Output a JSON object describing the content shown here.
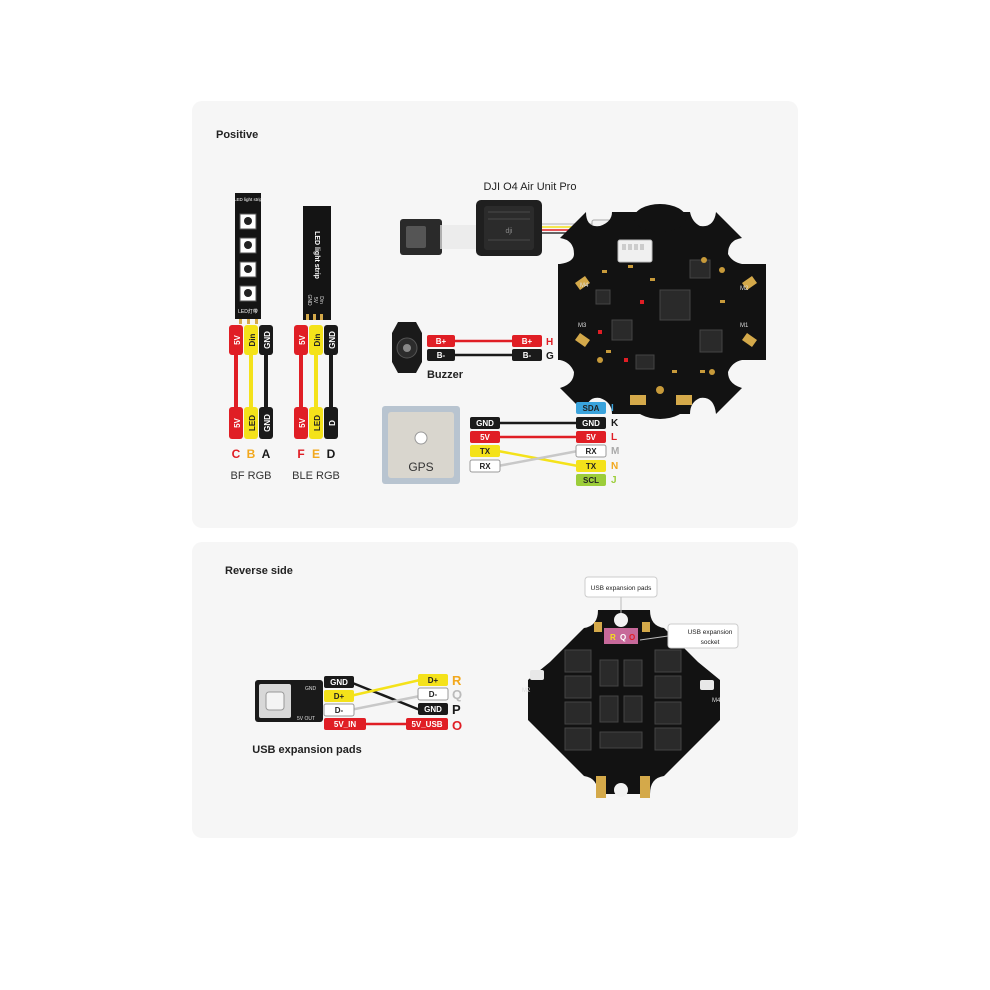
{
  "sections": {
    "positive": "Positive",
    "reverse": "Reverse side"
  },
  "air_unit": {
    "label": "DJI O4 Air Unit Pro"
  },
  "led_strips": {
    "bf": {
      "strip_text": "LED light strip",
      "strip_text_bottom": "LED灯带",
      "wires": [
        "5V",
        "Din",
        "GND"
      ],
      "pads": [
        "5V",
        "LED",
        "GND"
      ],
      "letters": [
        "C",
        "B",
        "A"
      ],
      "label": "BF RGB"
    },
    "ble": {
      "strip_text": "LED light strip",
      "strip_pins": [
        "GND",
        "5V",
        "Din"
      ],
      "wires": [
        "5V",
        "Din",
        "GND"
      ],
      "pads": [
        "5V",
        "LED",
        "D"
      ],
      "letters": [
        "F",
        "E",
        "D"
      ],
      "label": "BLE RGB"
    }
  },
  "buzzer": {
    "label": "Buzzer",
    "left_tags": [
      "B+",
      "B-"
    ],
    "right_tags": [
      "B+",
      "B-"
    ],
    "letters": [
      "H",
      "G"
    ]
  },
  "gps": {
    "label": "GPS",
    "left_tags": [
      "GND",
      "5V",
      "TX",
      "RX"
    ],
    "right_tags": [
      "SDA",
      "GND",
      "5V",
      "RX",
      "TX",
      "SCL"
    ],
    "letters": [
      "I",
      "K",
      "L",
      "M",
      "N",
      "J"
    ]
  },
  "fc_top": {
    "motor_labels": [
      "M4",
      "M2",
      "M3",
      "M1"
    ]
  },
  "usb": {
    "label": "USB expansion pads",
    "board_labels": [
      "GND",
      "5V OUT"
    ],
    "left_tags": [
      "GND",
      "D+",
      "D-",
      "5V_IN"
    ],
    "right_tags": [
      "D+",
      "D-",
      "GND",
      "5V_USB"
    ],
    "letters": [
      "R",
      "Q",
      "P",
      "O"
    ]
  },
  "fc_bottom": {
    "callout_pads": "USB expansion pads",
    "callout_socket_line1": "USB expansion",
    "callout_socket_line2": "socket",
    "pad_letters": [
      "R",
      "Q",
      "O"
    ],
    "motor_labels": [
      "M2",
      "M4"
    ]
  },
  "colors": {
    "red": "#e01e25",
    "yellow": "#f4e21a",
    "black": "#1a1a1a",
    "white": "#ffffff",
    "blue": "#3aa3dc",
    "green": "#9ccd3a",
    "orange_letter": "#f2a81d",
    "gold": "#d4a94a"
  }
}
